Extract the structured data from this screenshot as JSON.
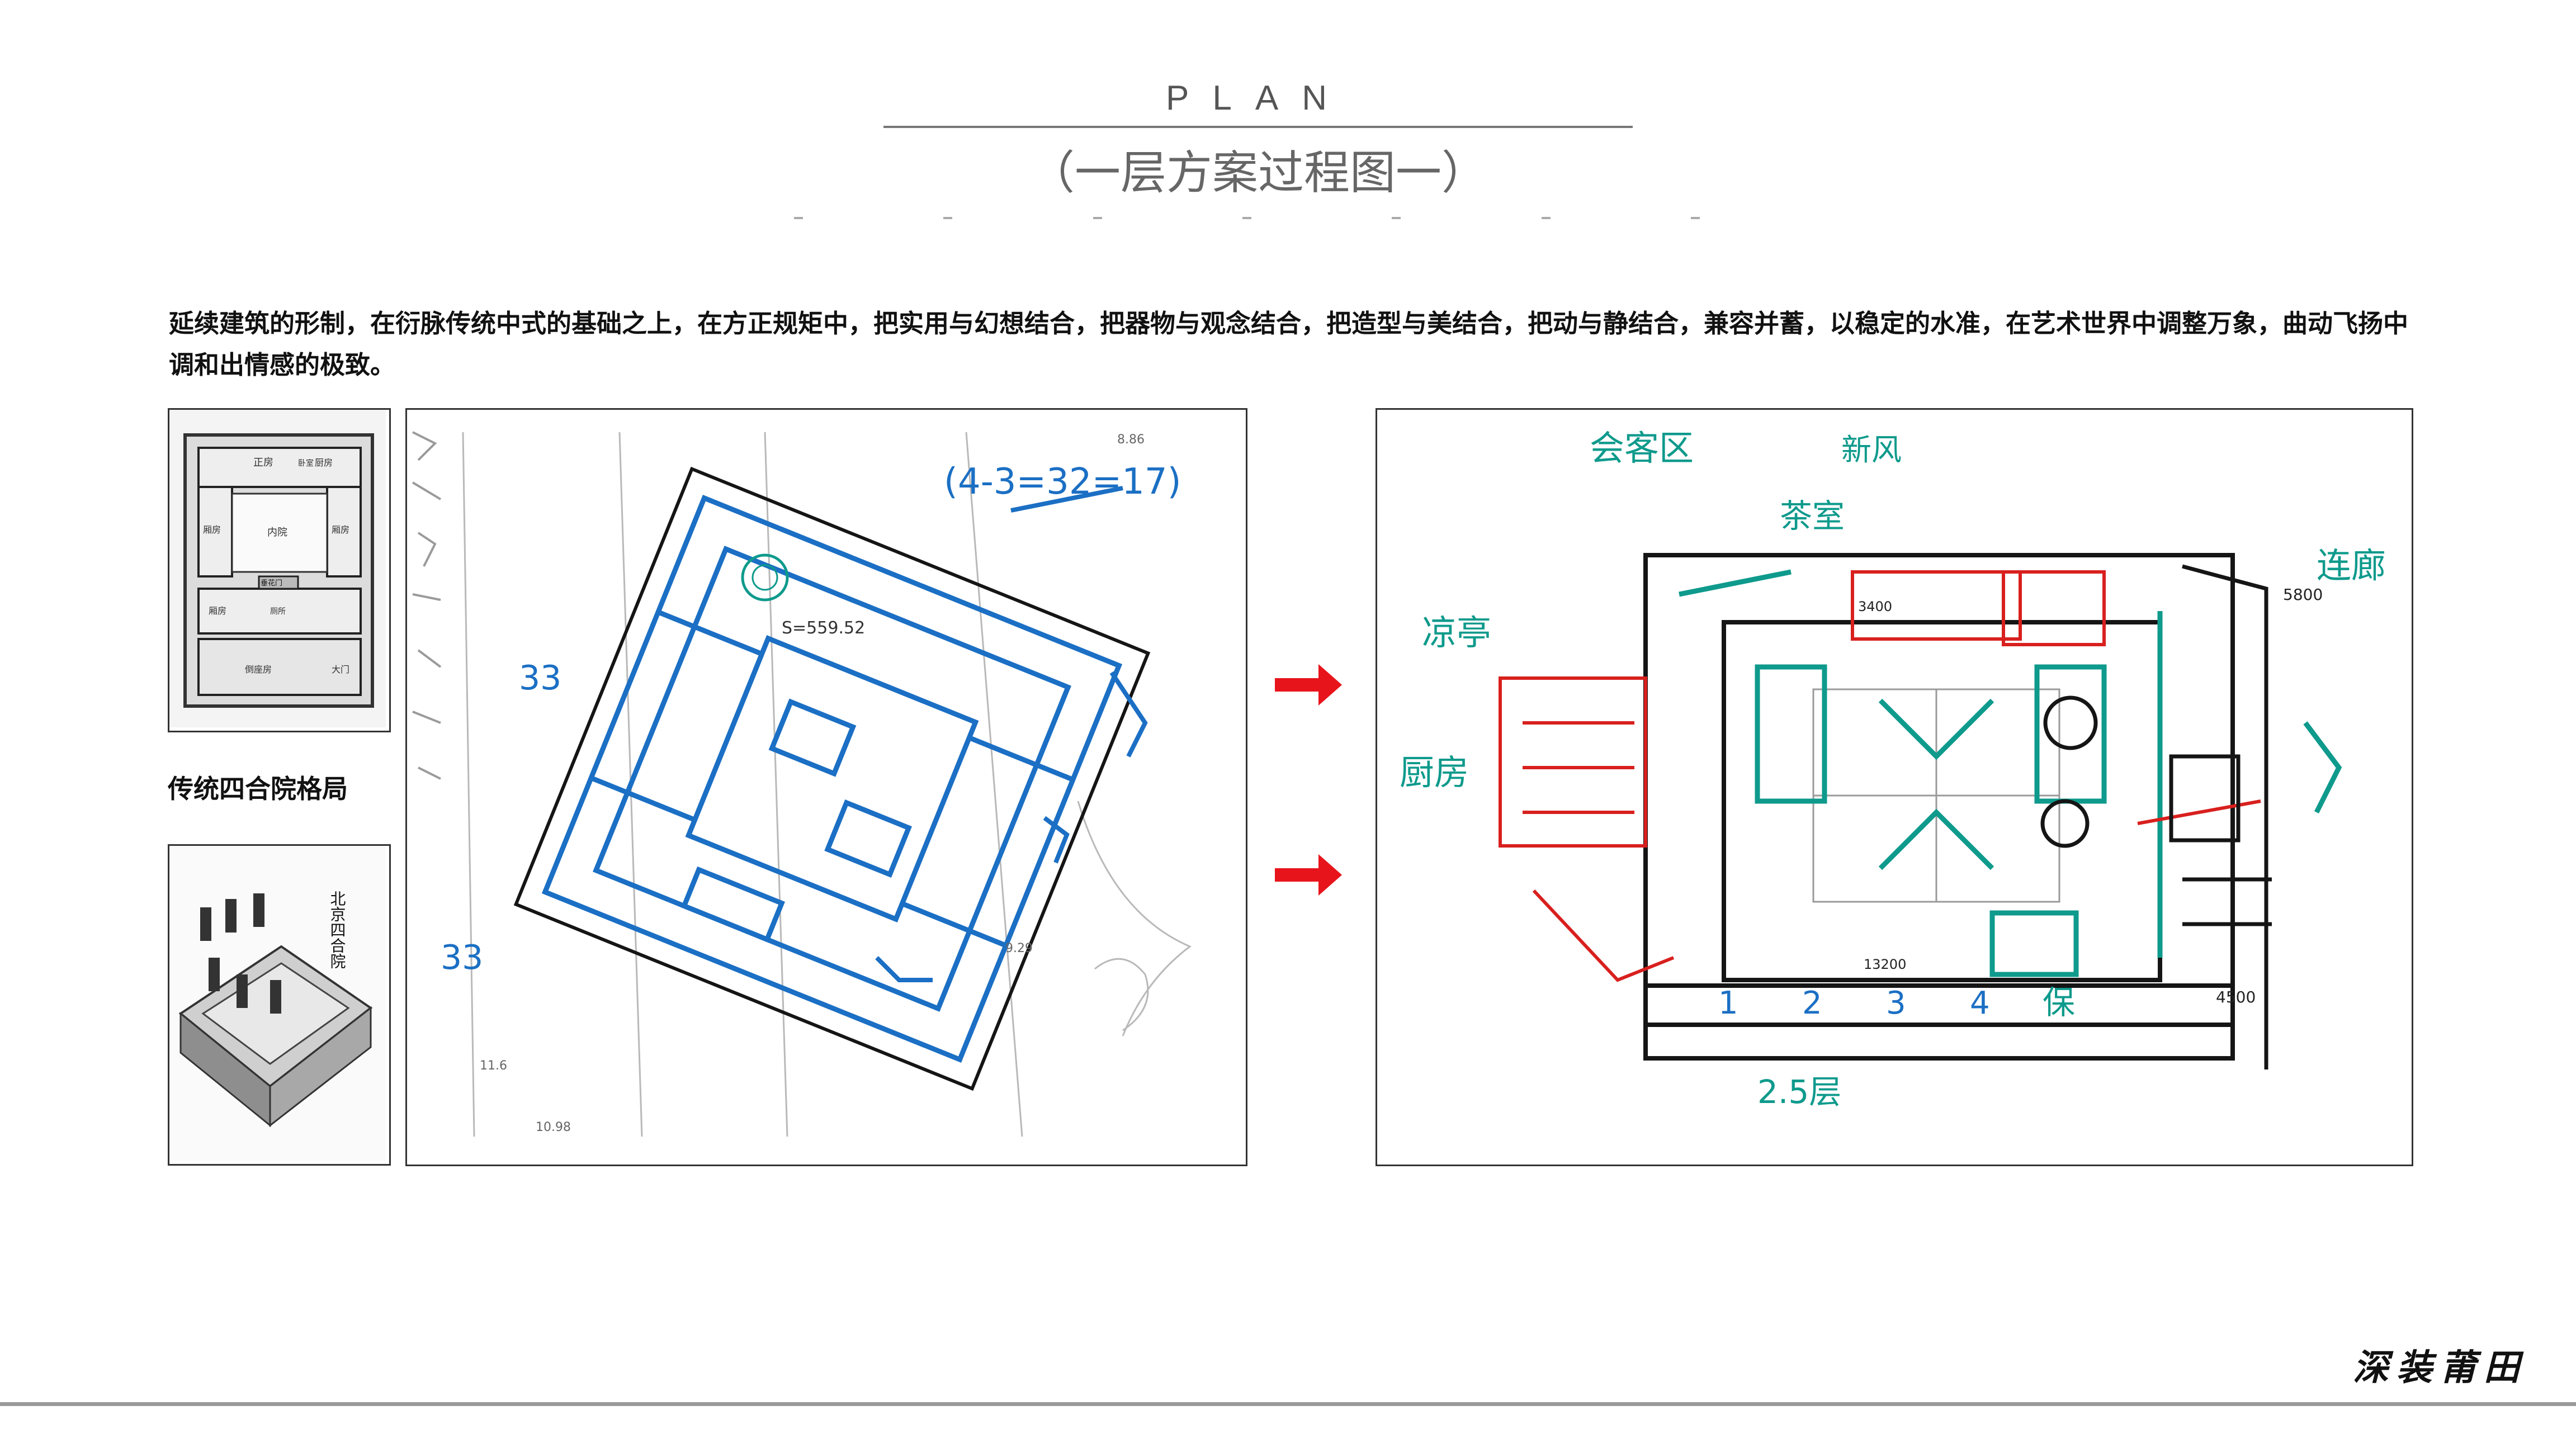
{
  "header": {
    "title": "PLAN",
    "subtitle": "（一层方案过程图一）"
  },
  "intro": {
    "text": "延续建筑的形制，在衍脉传统中式的基础之上，在方正规矩中，把实用与幻想结合，把器物与观念结合，把造型与美结合，把动与静结合，兼容并蓄，以稳定的水准，在艺术世界中调整万象，曲动飞扬中调和出情感的极致。"
  },
  "left_panel": {
    "caption": "传统四合院格局",
    "plan_labels": [
      "厨房",
      "正房",
      "卧室",
      "厢房",
      "厢房",
      "内院",
      "垂花门",
      "厢房",
      "倒座房",
      "大门",
      "厕所"
    ],
    "model_label": "北京四合院"
  },
  "sketch_a": {
    "notes": [
      "(4-3=32=17)",
      "S=559.52",
      "33",
      "33",
      "8.86",
      "9.29",
      "10.98",
      "11.6"
    ]
  },
  "sketch_b": {
    "notes": [
      "会客区",
      "新风",
      "茶室",
      "连廊",
      "凉亭",
      "厨房",
      "3400",
      "5800",
      "13200",
      "4500",
      "2.5层",
      "1",
      "2",
      "3",
      "4",
      "保"
    ]
  },
  "footer": {
    "brand": "深装莆田"
  },
  "colors": {
    "accent_arrow": "#e8141c",
    "sketch_blue": "#1b6fc4",
    "sketch_teal": "#0e9a8c",
    "sketch_red": "#d8201e",
    "sketch_black": "#151515"
  }
}
